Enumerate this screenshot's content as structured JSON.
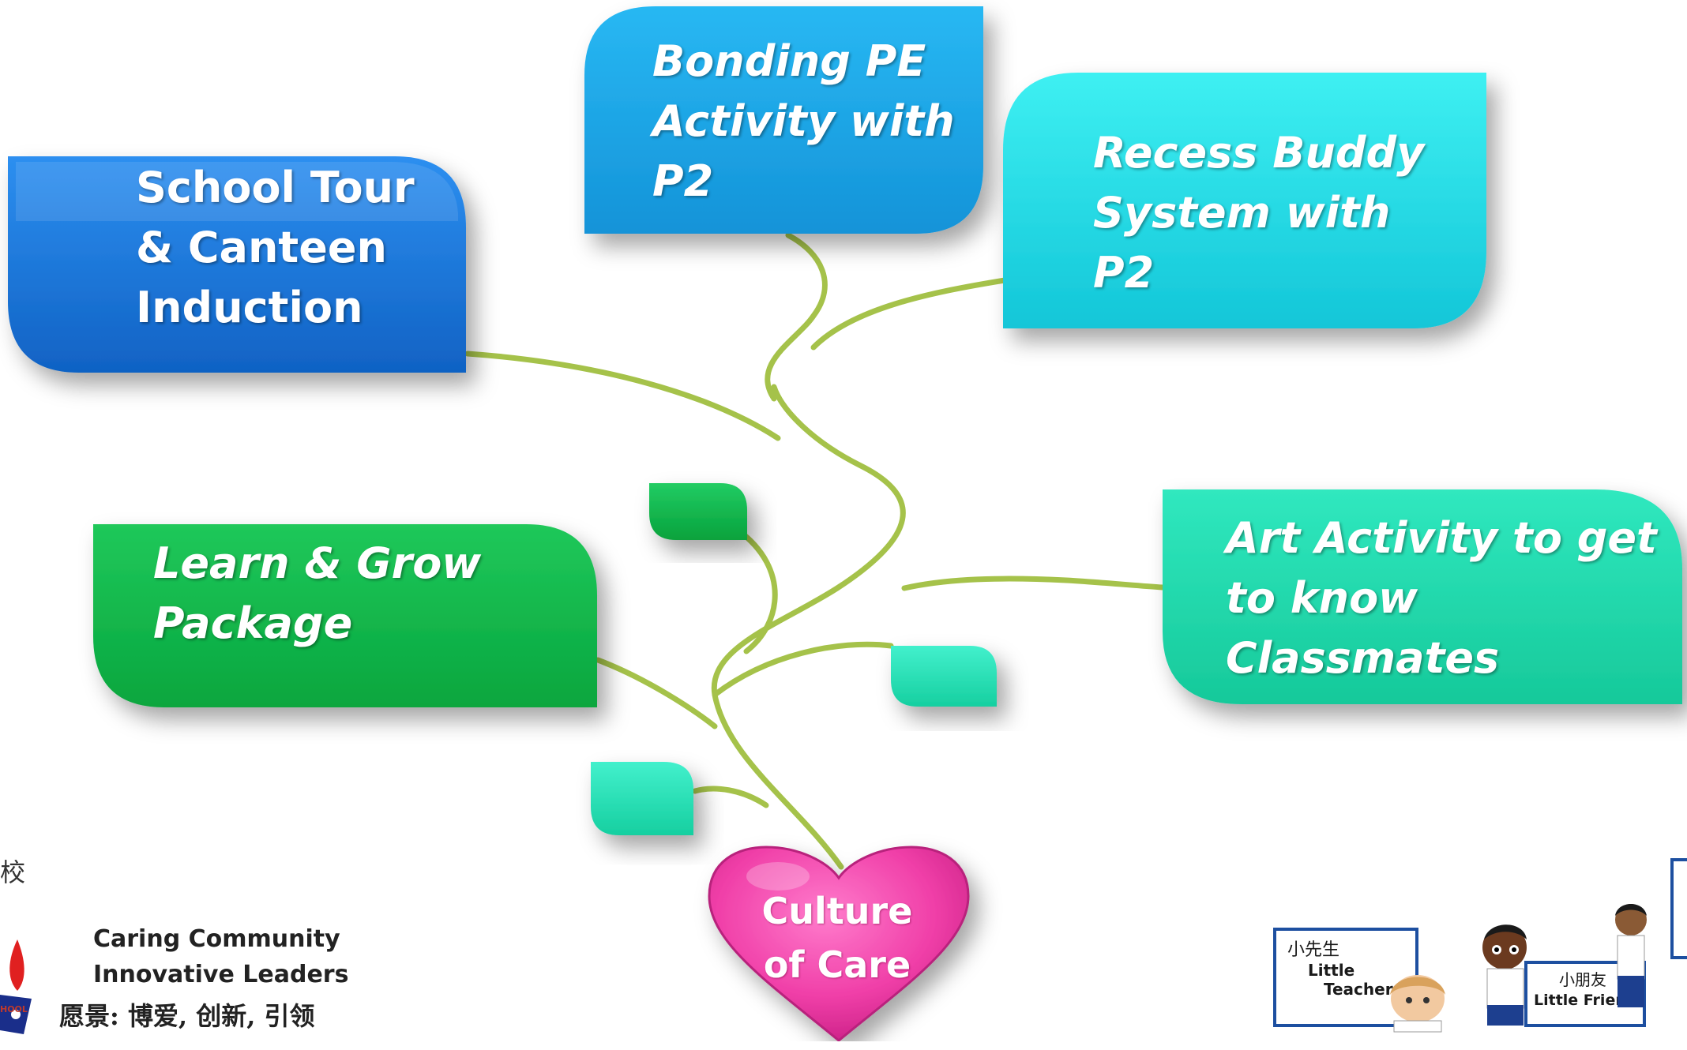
{
  "diagram": {
    "center": {
      "line1": "Culture",
      "line2": "of Care",
      "color": "#f03fa8"
    },
    "nodes": [
      {
        "id": "school-tour",
        "lines": [
          "School Tour",
          "& Canteen",
          "Induction"
        ],
        "color": "#1a78d6"
      },
      {
        "id": "bonding-pe",
        "lines": [
          "Bonding PE",
          "Activity with",
          "P2"
        ],
        "color": "#1aa6e3"
      },
      {
        "id": "recess-buddy",
        "lines": [
          "Recess Buddy",
          "System with",
          "P2"
        ],
        "color": "#20d5dc"
      },
      {
        "id": "learn-grow",
        "lines": [
          "Learn & Grow",
          "Package"
        ],
        "color": "#0fb44a"
      },
      {
        "id": "art-activity",
        "lines": [
          "Art Activity to get",
          "to know",
          "Classmates"
        ],
        "color": "#1fd5a8"
      }
    ],
    "branch_color": "#a5c24a"
  },
  "logo_left": {
    "char_top": "校",
    "line1": "Caring Community",
    "line2": "Innovative Leaders",
    "line3": "愿景: 博爱, 创新, 引领",
    "school_small": "HOOL"
  },
  "logo_right": {
    "board1_cn": "小先生",
    "board1_en1": "Little",
    "board1_en2": "Teacher",
    "board2_cn": "小朋友",
    "board2_en": "Little Friend"
  }
}
